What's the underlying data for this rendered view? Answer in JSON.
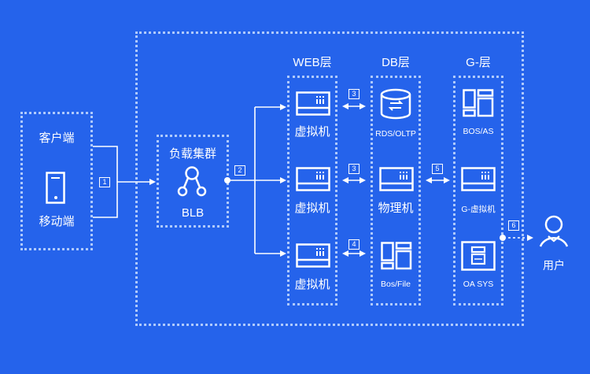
{
  "colors": {
    "background": "#2563eb",
    "foreground": "#ffffff",
    "dotted_border": "#c8dcff"
  },
  "client": {
    "title": "客户端",
    "device_label": "移动端",
    "icon": "mobile-phone-icon"
  },
  "lb": {
    "title": "负载集群",
    "label": "BLB",
    "icon": "load-balancer-icon"
  },
  "tiers": {
    "web": {
      "title": "WEB层",
      "items": [
        {
          "label": "虚拟机",
          "icon": "server-icon"
        },
        {
          "label": "虚拟机",
          "icon": "server-icon"
        },
        {
          "label": "虚拟机",
          "icon": "server-icon"
        }
      ]
    },
    "db": {
      "title": "DB层",
      "items": [
        {
          "label": "RDS/OLTP",
          "icon": "database-icon"
        },
        {
          "label": "物理机",
          "icon": "server-icon"
        },
        {
          "label": "Bos/File",
          "icon": "storage-layout-icon"
        }
      ]
    },
    "g": {
      "title": "G-层",
      "items": [
        {
          "label": "BOS/AS",
          "icon": "storage-layout-icon"
        },
        {
          "label": "G-虚拟机",
          "icon": "server-icon"
        },
        {
          "label": "OA SYS",
          "icon": "office-system-icon"
        }
      ]
    }
  },
  "user": {
    "label": "用户",
    "icon": "user-icon"
  },
  "steps": [
    "1",
    "2",
    "3",
    "3",
    "4",
    "5",
    "6"
  ]
}
